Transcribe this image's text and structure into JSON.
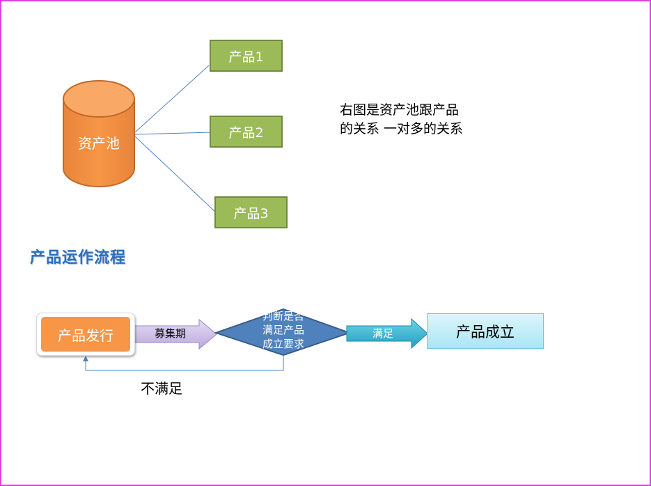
{
  "colors": {
    "frame": "#e040e0",
    "pool": "#f79646",
    "product_box": "#9bbb59",
    "connector": "#4f81bd",
    "section_title": "#2e6fb8",
    "decision": "#4f81bd",
    "arrow_raise": "#ccc0e6",
    "arrow_pass": "#31b6d4",
    "established": "#b7ebf7"
  },
  "pool": {
    "label": "资产池"
  },
  "products": [
    {
      "label": "产品1"
    },
    {
      "label": "产品2"
    },
    {
      "label": "产品3"
    }
  ],
  "note": {
    "line1": "右图是资产池跟产品",
    "line2": "的关系 一对多的关系"
  },
  "flow": {
    "title": "产品运作流程",
    "issue_label": "产品发行",
    "raise_label": "募集期",
    "decision_line1": "判断是否",
    "decision_line2": "满足产品",
    "decision_line3": "成立要求",
    "pass_label": "满足",
    "established_label": "产品成立",
    "fail_label": "不满足"
  }
}
